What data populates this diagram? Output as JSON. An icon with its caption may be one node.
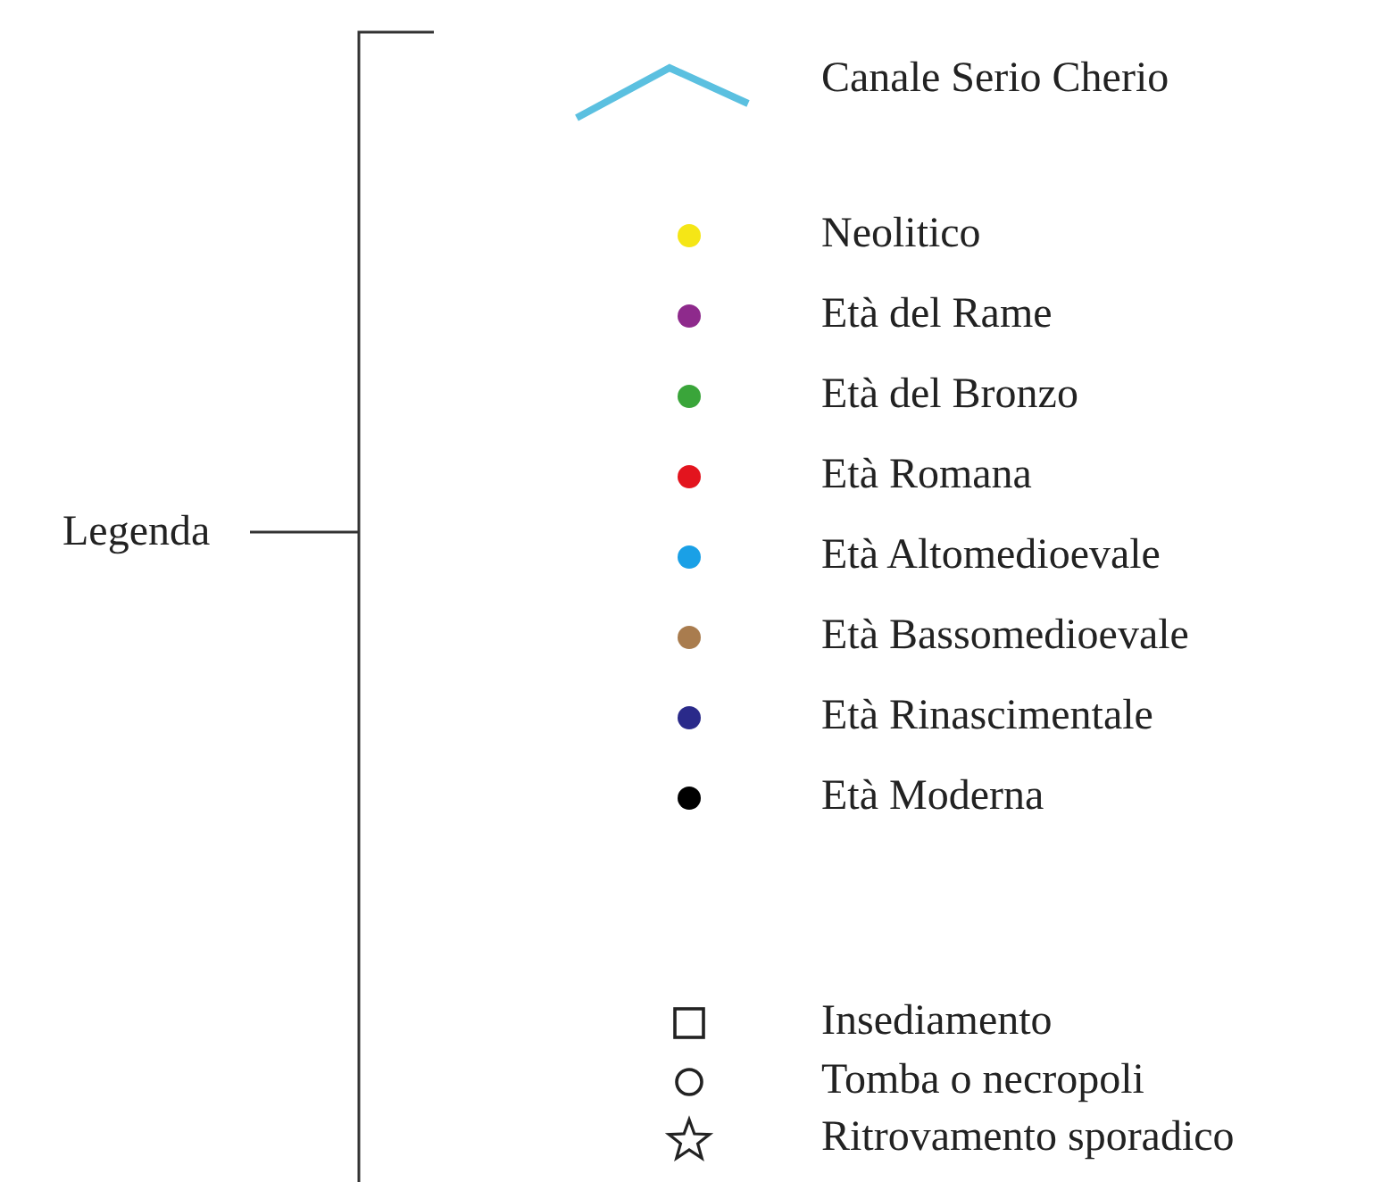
{
  "diagram": {
    "labels": [
      "Legenda"
    ],
    "legend": [
      {
        "text": "Canale Serio Cherio"
      },
      {
        "text": "Neolitico",
        "color": "#f5e616"
      },
      {
        "text": "Età del Rame",
        "color": "#8e2a8c"
      },
      {
        "text": "Età del Bronzo",
        "color": "#3aa53a"
      },
      {
        "text": "Età Romana",
        "color": "#e3141e"
      },
      {
        "text": "Età Altomedioevale",
        "color": "#1aa0e6"
      },
      {
        "text": "Età Bassomedioevale",
        "color": "#a97c4e"
      },
      {
        "text": "Età Rinascimentale",
        "color": "#2a2a8a"
      },
      {
        "text": "Età Moderna",
        "color": "#000000"
      },
      {
        "text": "Insediamento"
      },
      {
        "text": "Tomba o necropoli"
      },
      {
        "text": "Ritrovamento sporadico"
      }
    ]
  }
}
